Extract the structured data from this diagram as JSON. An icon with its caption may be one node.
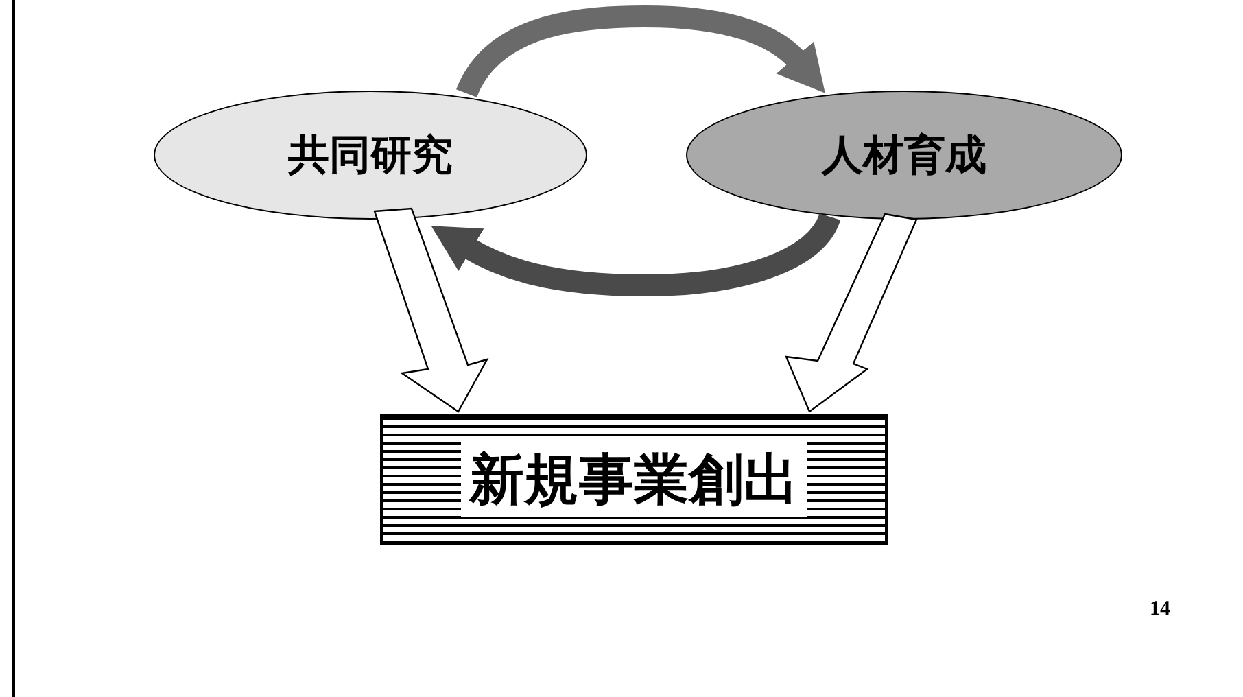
{
  "diagram": {
    "nodes": [
      {
        "text": [
          "共同研究"
        ]
      },
      {
        "text": [
          "人材育成"
        ]
      },
      {
        "text": [
          "新規事業創出"
        ]
      }
    ],
    "edges": [
      {
        "from": 0,
        "to": 1,
        "arrow": "to"
      },
      {
        "from": 1,
        "to": 0,
        "arrow": "to"
      },
      {
        "from": 0,
        "to": 2,
        "arrow": "to"
      },
      {
        "from": 1,
        "to": 2,
        "arrow": "to"
      }
    ],
    "labels": [
      "14"
    ]
  }
}
